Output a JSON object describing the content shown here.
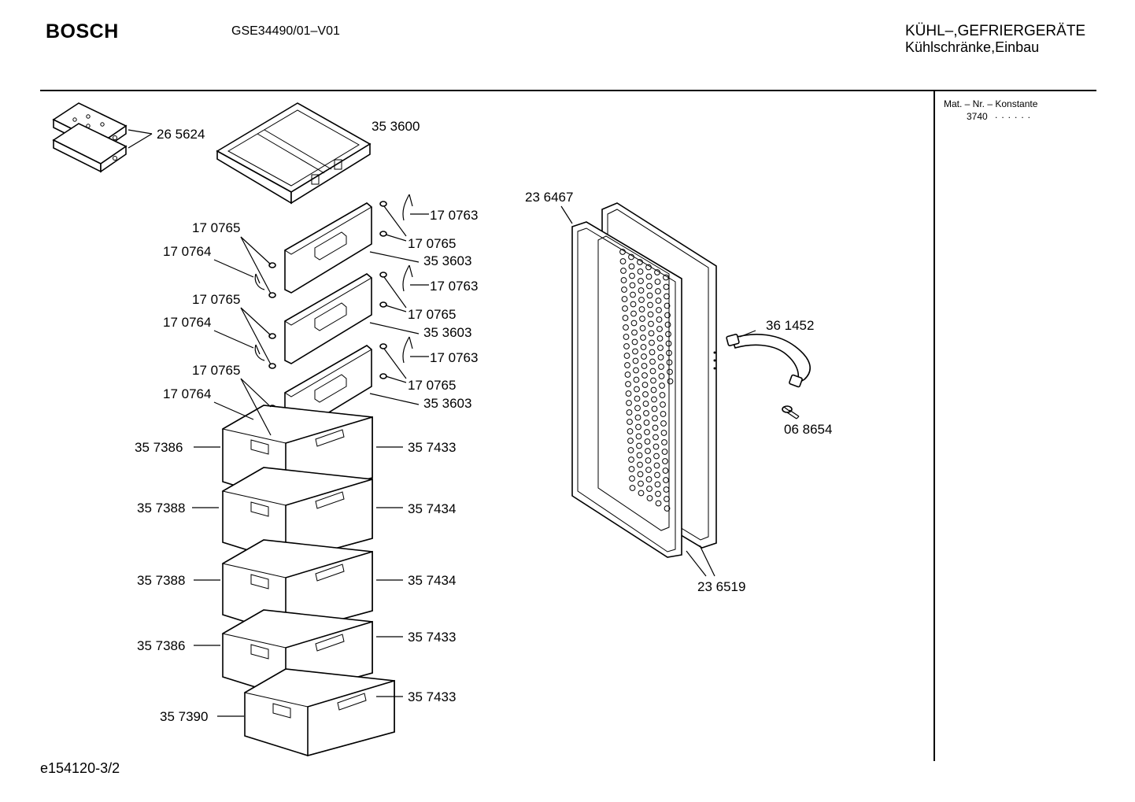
{
  "header": {
    "brand": "BOSCH",
    "model": "GSE34490/01–V01",
    "category_line1": "KÜHL–,GEFRIERGERÄTE",
    "category_line2": "Kühlschränke,Einbau"
  },
  "side_panel": {
    "label": "Mat. – Nr. – Konstante",
    "value": "3740"
  },
  "footer": {
    "doc_ref": "e154120-3/2"
  },
  "parts": {
    "p265624": "26 5624",
    "p353600": "35 3600",
    "p236467": "23 6467",
    "p170763_a": "17 0763",
    "p170765_ra": "17 0765",
    "p353603_a": "35 3603",
    "p170765_la": "17 0765",
    "p170764_a": "17 0764",
    "p170763_b": "17 0763",
    "p170765_rb": "17 0765",
    "p353603_b": "35 3603",
    "p170765_lb": "17 0765",
    "p170764_b": "17 0764",
    "p170763_c": "17 0763",
    "p170765_rc": "17 0765",
    "p353603_c": "35 3603",
    "p170765_lc": "17 0765",
    "p170764_c": "17 0764",
    "p361452": "36 1452",
    "p068654": "06 8654",
    "p236519": "23 6519",
    "p357386_a": "35 7386",
    "p357433_a": "35 7433",
    "p357388_a": "35 7388",
    "p357434_a": "35 7434",
    "p357388_b": "35 7388",
    "p357434_b": "35 7434",
    "p357386_b": "35 7386",
    "p357433_b": "35 7433",
    "p357390": "35 7390",
    "p357433_c": "35 7433"
  }
}
